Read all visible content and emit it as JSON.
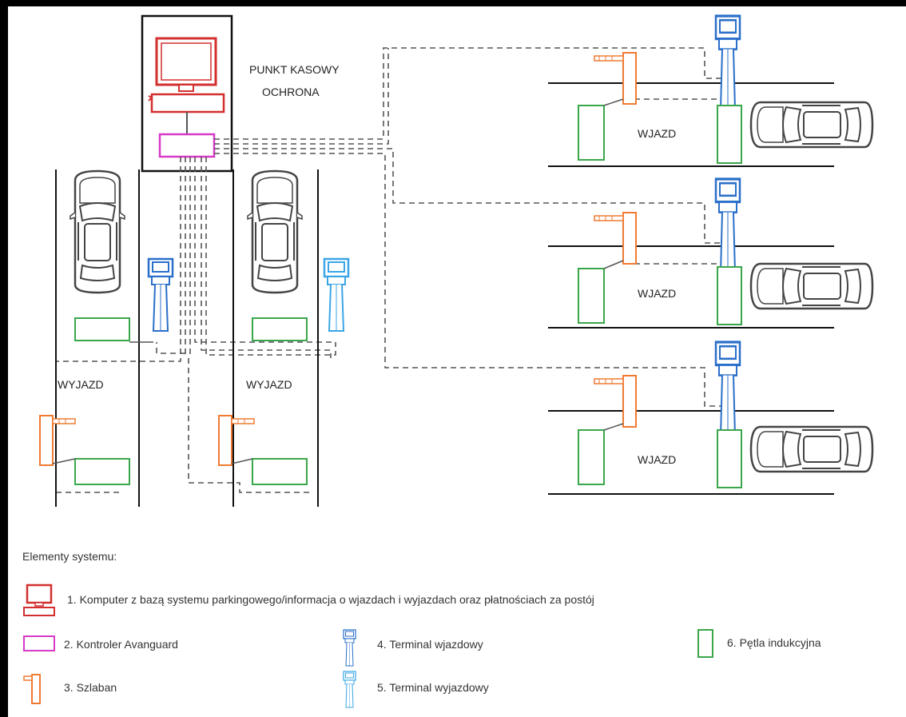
{
  "labels": {
    "kasowy_line1": "PUNKT KASOWY",
    "kasowy_line2": "OCHRONA",
    "wyjazd": "WYJAZD",
    "wjazd": "WJAZD"
  },
  "legend": {
    "title": "Elementy systemu:",
    "items": [
      {
        "id": "computer",
        "text": "1. Komputer z bazą systemu parkingowego/informacja o wjazdach i wyjazdach oraz płatnościach za postój"
      },
      {
        "id": "controller",
        "text": "2. Kontroler Avanguard"
      },
      {
        "id": "barrier",
        "text": "3. Szlaban"
      },
      {
        "id": "entry-terminal",
        "text": "4. Terminal wjazdowy"
      },
      {
        "id": "exit-terminal",
        "text": "5. Terminal wyjazdowy"
      },
      {
        "id": "loop",
        "text": "6. Pętla indukcyjna"
      }
    ]
  },
  "colors": {
    "computer": "#d32f2f",
    "controller": "#d63ac7",
    "barrier": "#f07a32",
    "entry_terminal": "#2a6fc9",
    "exit_terminal": "#3aa6e6",
    "loop": "#3aa64a",
    "road": "#111111",
    "cable": "#555555",
    "car": "#444444"
  }
}
